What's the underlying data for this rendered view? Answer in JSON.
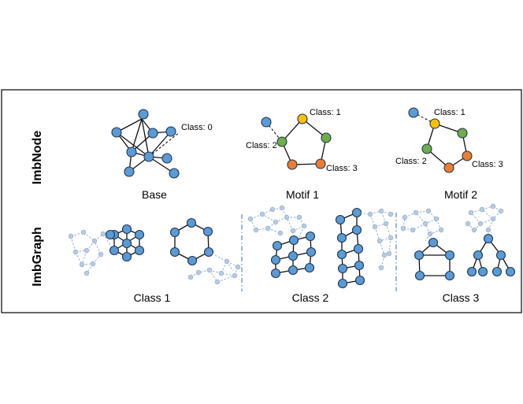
{
  "colors": {
    "node_blue": "#5b9bd5",
    "node_yellow": "#ffc000",
    "node_green": "#70ad47",
    "node_orange": "#ed7d31",
    "faint_node": "#b9cbe0",
    "border": "#000000"
  },
  "rows": {
    "imbnode": "ImbNode",
    "imbgraph": "ImbGraph"
  },
  "panels": {
    "base": {
      "caption": "Base",
      "class_label": "Class: 0"
    },
    "motif1": {
      "caption": "Motif 1",
      "label_top": "Class: 1",
      "label_left": "Class: 2",
      "label_right": "Class: 3"
    },
    "motif2": {
      "caption": "Motif 2",
      "label_top": "Class: 1",
      "label_left": "Class: 2",
      "label_right": "Class: 3"
    },
    "class1": {
      "caption": "Class 1"
    },
    "class2": {
      "caption": "Class 2"
    },
    "class3": {
      "caption": "Class 3"
    }
  }
}
